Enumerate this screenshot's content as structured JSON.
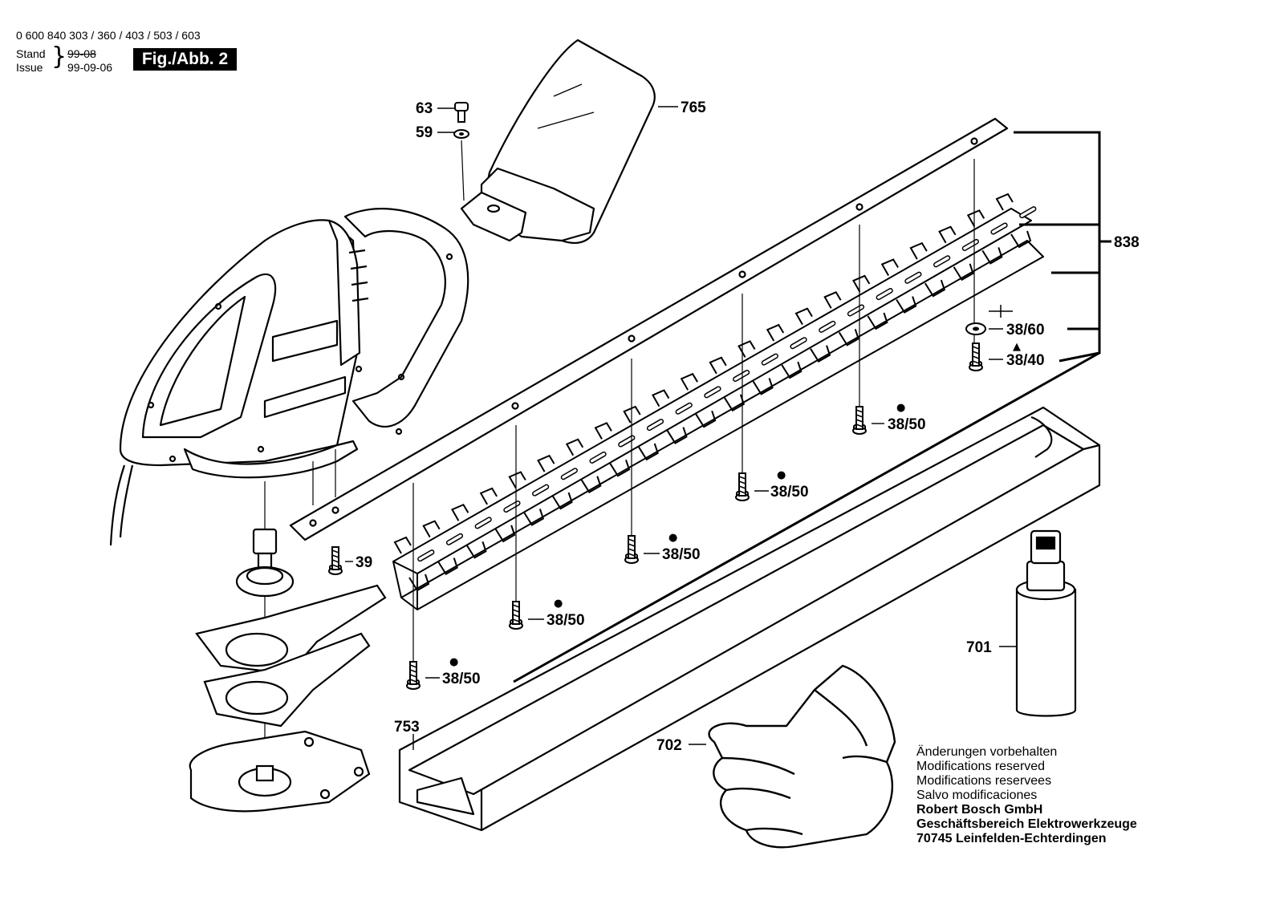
{
  "header": {
    "part_numbers": "0 600 840 303 / 360 / 403 / 503 / 603",
    "stand_label": "Stand",
    "issue_label": "Issue",
    "stand_date": "99-08",
    "issue_date": "99-09-06",
    "figure_label": "Fig./Abb. 2"
  },
  "callouts": {
    "c765": "765",
    "c63": "63",
    "c59": "59",
    "c838": "838",
    "c38_60": "38/60",
    "c38_40": "38/40",
    "c38_50_a": "38/50",
    "c38_50_b": "38/50",
    "c38_50_c": "38/50",
    "c38_50_d": "38/50",
    "c38_50_e": "38/50",
    "c39": "39",
    "c701": "701",
    "c753": "753",
    "c702": "702"
  },
  "markers": {
    "dot": "●",
    "triangle": "▲"
  },
  "notes": {
    "line1": "Änderungen vorbehalten",
    "line2": "Modifications reserved",
    "line3": "Modifications reservees",
    "line4": "Salvo modificaciones",
    "company": "Robert Bosch GmbH",
    "division": "Geschäftsbereich Elektrowerkzeuge",
    "address": "70745 Leinfelden-Echterdingen"
  }
}
